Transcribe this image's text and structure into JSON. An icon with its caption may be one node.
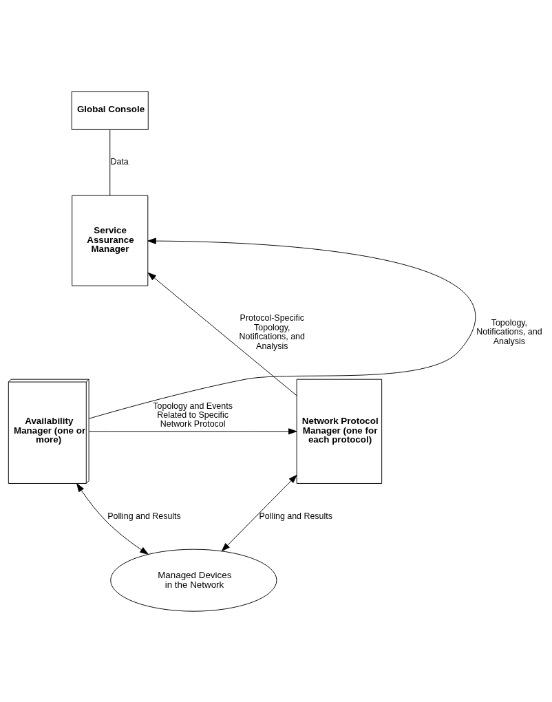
{
  "diagram": {
    "nodes": [
      {
        "text": [
          "Global Console"
        ]
      },
      {
        "text": [
          "Service Assurance Manager"
        ]
      },
      {
        "text": [
          "Network Protocol Manager (one for each protocol)"
        ]
      },
      {
        "text": [
          "Availability Manager (one or more)"
        ]
      },
      {
        "text": [
          "Managed Devices in the Network"
        ]
      }
    ],
    "edges": [
      {
        "from": 0,
        "to": 1,
        "arrow": "none",
        "label": "Data"
      },
      {
        "from": 2,
        "to": 1,
        "arrow": "to",
        "label": "Protocol-Specific Topology, Notifications, and Analysis"
      },
      {
        "from": 3,
        "to": 1,
        "arrow": "to",
        "label": "Topology, Notifications, and Analysis"
      },
      {
        "from": 3,
        "to": 2,
        "arrow": "to",
        "label": "Topology and Events Related to Specific Network Protocol"
      },
      {
        "from": 2,
        "to": 4,
        "arrow": "both",
        "label": "Polling and Results"
      },
      {
        "from": 3,
        "to": 4,
        "arrow": "both",
        "label": "Polling and Results"
      }
    ]
  }
}
